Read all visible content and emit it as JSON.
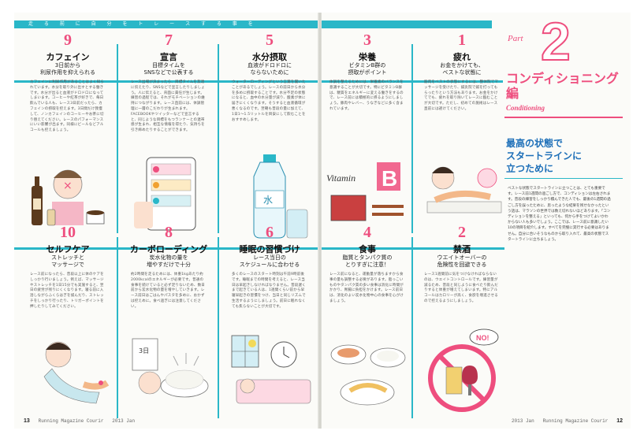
{
  "spread": {
    "top_band_text": "走 る 前 に 自 分 を ト レ ー ス す る 事 を"
  },
  "left_page": {
    "footer_page": "13",
    "footer_title": "Running Magazine Courir",
    "footer_issue": "2013 Jan",
    "cards": [
      {
        "num": "9",
        "title": "カフェイン",
        "sub": "3日前から\n利尿作用を抑えられる",
        "body": "カフェインに利尿作用があることはよく知られています。水分を取り外に出すとする働きです。水分が出ると血液がドロドロになってしまいます。コーヒーや紅茶が好きで、毎日飲んでいる人も、レース3日前だったら、カフェインの摂取を控えます。3日間だけ我慢して、ノンカフェインのコーヒーやお茶に切り替えてください。レースのパフォーマンスにいい影響が出ます。同様にビールなどアルコールも控えましょう。"
      },
      {
        "num": "7",
        "title": "宣言",
        "sub": "目標タイムを\nSNSなどで公表する",
        "body": "レース出場が決まったら、目標タイムを友達に伝えたり、SNSなどで宣言したりしましょう。人に伝えると、背面に責任が生じます。練習の過程では、それがモチベーションの維持につながります。レース直前には、体調管理に一層のこだわりが生まれます。FACEBOOKやツイッターなどで宣言すると、同じような目標をもつランナーとの連帯感が生まれ、相互な情報を得たり、気持ちを引き締めたりすることができます。"
      },
      {
        "num": "5",
        "title": "水分摂取",
        "sub": "血液がドロドロに\nならないために",
        "body": "ウォーターローディングという言葉を聞いたことがあるでしょう。レースの前日から水分を多めに摂取することです。水分不足の状態になると、血中の水分量が減り、酸素が体に届きにくくなります。そうすると血液循環が悪くなるのです。翌朝も普段の量に加えて、1日1～1.5リットルを目安にして飲むことをおすすめします。"
      },
      {
        "num": "10",
        "title": "セルフケア",
        "sub": "ストレッチと\nマッサージで",
        "body": "レース前になったら、普段以上に体のケアをしっかり行いましょう。例えば、マッサージやストレッチを1日15分でも実施すると、翌日の疲労が残りにくくなります。寝る前に入浴しながらふくらはぎを揉んだり、ストレッチをしっかり行ったり、トリガーポイントを押したりしてみてください。"
      },
      {
        "num": "8",
        "title": "カーボローディング",
        "sub": "炭水化物の量を\n増やすだけで十分",
        "body": "約2時間を走るためには、体重1kgあたり約2000kcalのエネルギーが必要です。普通の食事を続けていると必ず足りないため、数日前から炭水化物の量を増やしていきます。レース前日はごはんやパスタを多めに、おかずは控えめに。食べ過ぎには注意してください。"
      },
      {
        "num": "6",
        "title": "睡眠の習慣づけ",
        "sub": "レース当日の\nスケジュールに合わせる",
        "body": "多くのレースのスタート時刻は午前9時前後です。睡眠までの時間を考えると、レース当日は早起きしなければなりません。普段遅くまで起きている人は、1週間くらい前から早寝早起きの習慣をつけ、当日と同じリズムで生活するようにしましょう。前日に眠れなくても焦らないことが大切です。"
      }
    ]
  },
  "right_page": {
    "footer_page": "12",
    "footer_title": "Running Magazine Courir",
    "footer_issue": "2013 Jan",
    "part_word": "Part",
    "part_number": "2",
    "head_title": "コンディショニング編",
    "head_sub": "Conditioning",
    "lead_title": "最高の状態で\nスタートラインに\n立つために",
    "lead_body": "ベストな状態でスタートラインに立つことは、とても重要です。レース前1週間の過ごし方で、コンディションは左右されます。普段の練習をしっかり積んできた人でも、最後の1週間の過ごし方を誤ったために、思ったような結果を残せなかったという話は、マラソンの世界では数え切れないほどあります。「コンディションを整える」といっても、何から手をつけてよいかわからない人も多いでしょう。ここでは、レース前に意識したい10の項目を紹介します。すべてを完璧に実行する必要はありません。自分に合いそうなものから取り入れて、最高の状態でスタートラインに立ちましょう。",
    "cards": [
      {
        "num": "3",
        "title": "栄養",
        "sub": "ビタミンB群の\n摂取がポイント",
        "body": "体調を整えるためには、栄養素のバランスを意識することが大切です。特にビタミンB群は、糖質をエネルギーに変える働きをするので、レース前には積極的に摂るようにしましょう。豚肉やレバー、うなぎなどに多く含まれています。"
      },
      {
        "num": "1",
        "title": "疲れ",
        "sub": "お金をかけても、\nベストな状態に",
        "body": "筋肉をベストの状態にするには、整体院でマッサージを受けたり、鍼灸院で鍼を打ってもらったりという方法もあります。お金をかけてでも、疲れを取り除いてレースに臨むことが大切です。ただし、初めての施術はレース直前には避けてください。"
      },
      {
        "num": "4",
        "title": "食事",
        "sub": "脂質とタンパク質の\nとりすぎに注意！",
        "body": "レース前になると、運動量が落ちますから食事の量も調整する必要があります。脂っこいものやタンパク質の多い食事は消化に時間がかかり、胃腸に負担をかけます。レース前日は、消化のよい炭水化物中心の食事を心がけましょう。"
      },
      {
        "num": "2",
        "title": "禁酒",
        "sub": "ウエイトオーバーの\n危険性を回避できる",
        "body": "レース1週間前に気をつけなければならないのは、ウエイトコントロールです。練習量が減るため、普段と同じように食べたり飲んだりすると体重が増えてしまいます。特にアルコールはカロリーが高く、食欲を増進させるので控えるようにしましょう。"
      }
    ]
  }
}
